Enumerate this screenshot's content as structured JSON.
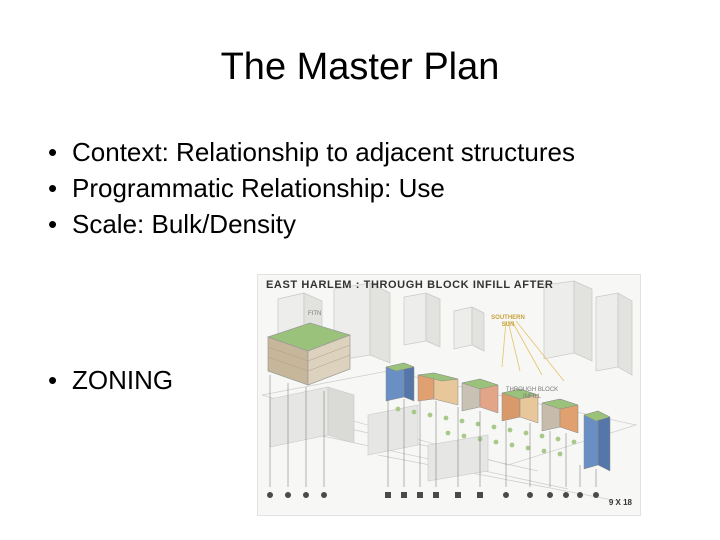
{
  "slide": {
    "title": "The Master Plan",
    "bullets": [
      "Context: Relationship to adjacent structures",
      "Programmatic Relationship: Use",
      "Scale: Bulk/Density"
    ],
    "zoning": "ZONING",
    "bullet_glyph": "•"
  },
  "figure": {
    "title": "EAST HARLEM : THROUGH BLOCK INFILL AFTER",
    "label_fitn": "FITN",
    "label_sun_1": "SOUTHERN",
    "label_sun_2": "SUN",
    "label_infill_1": "THROUGH BLOCK",
    "label_infill_2": "INFILL",
    "scale_label": "9 X 18",
    "colors": {
      "green_roof": "#9bc27a",
      "blue_facade": "#6a8fc4",
      "orange_facade": "#e0a070",
      "sun_lines": "#e5c36a"
    }
  }
}
